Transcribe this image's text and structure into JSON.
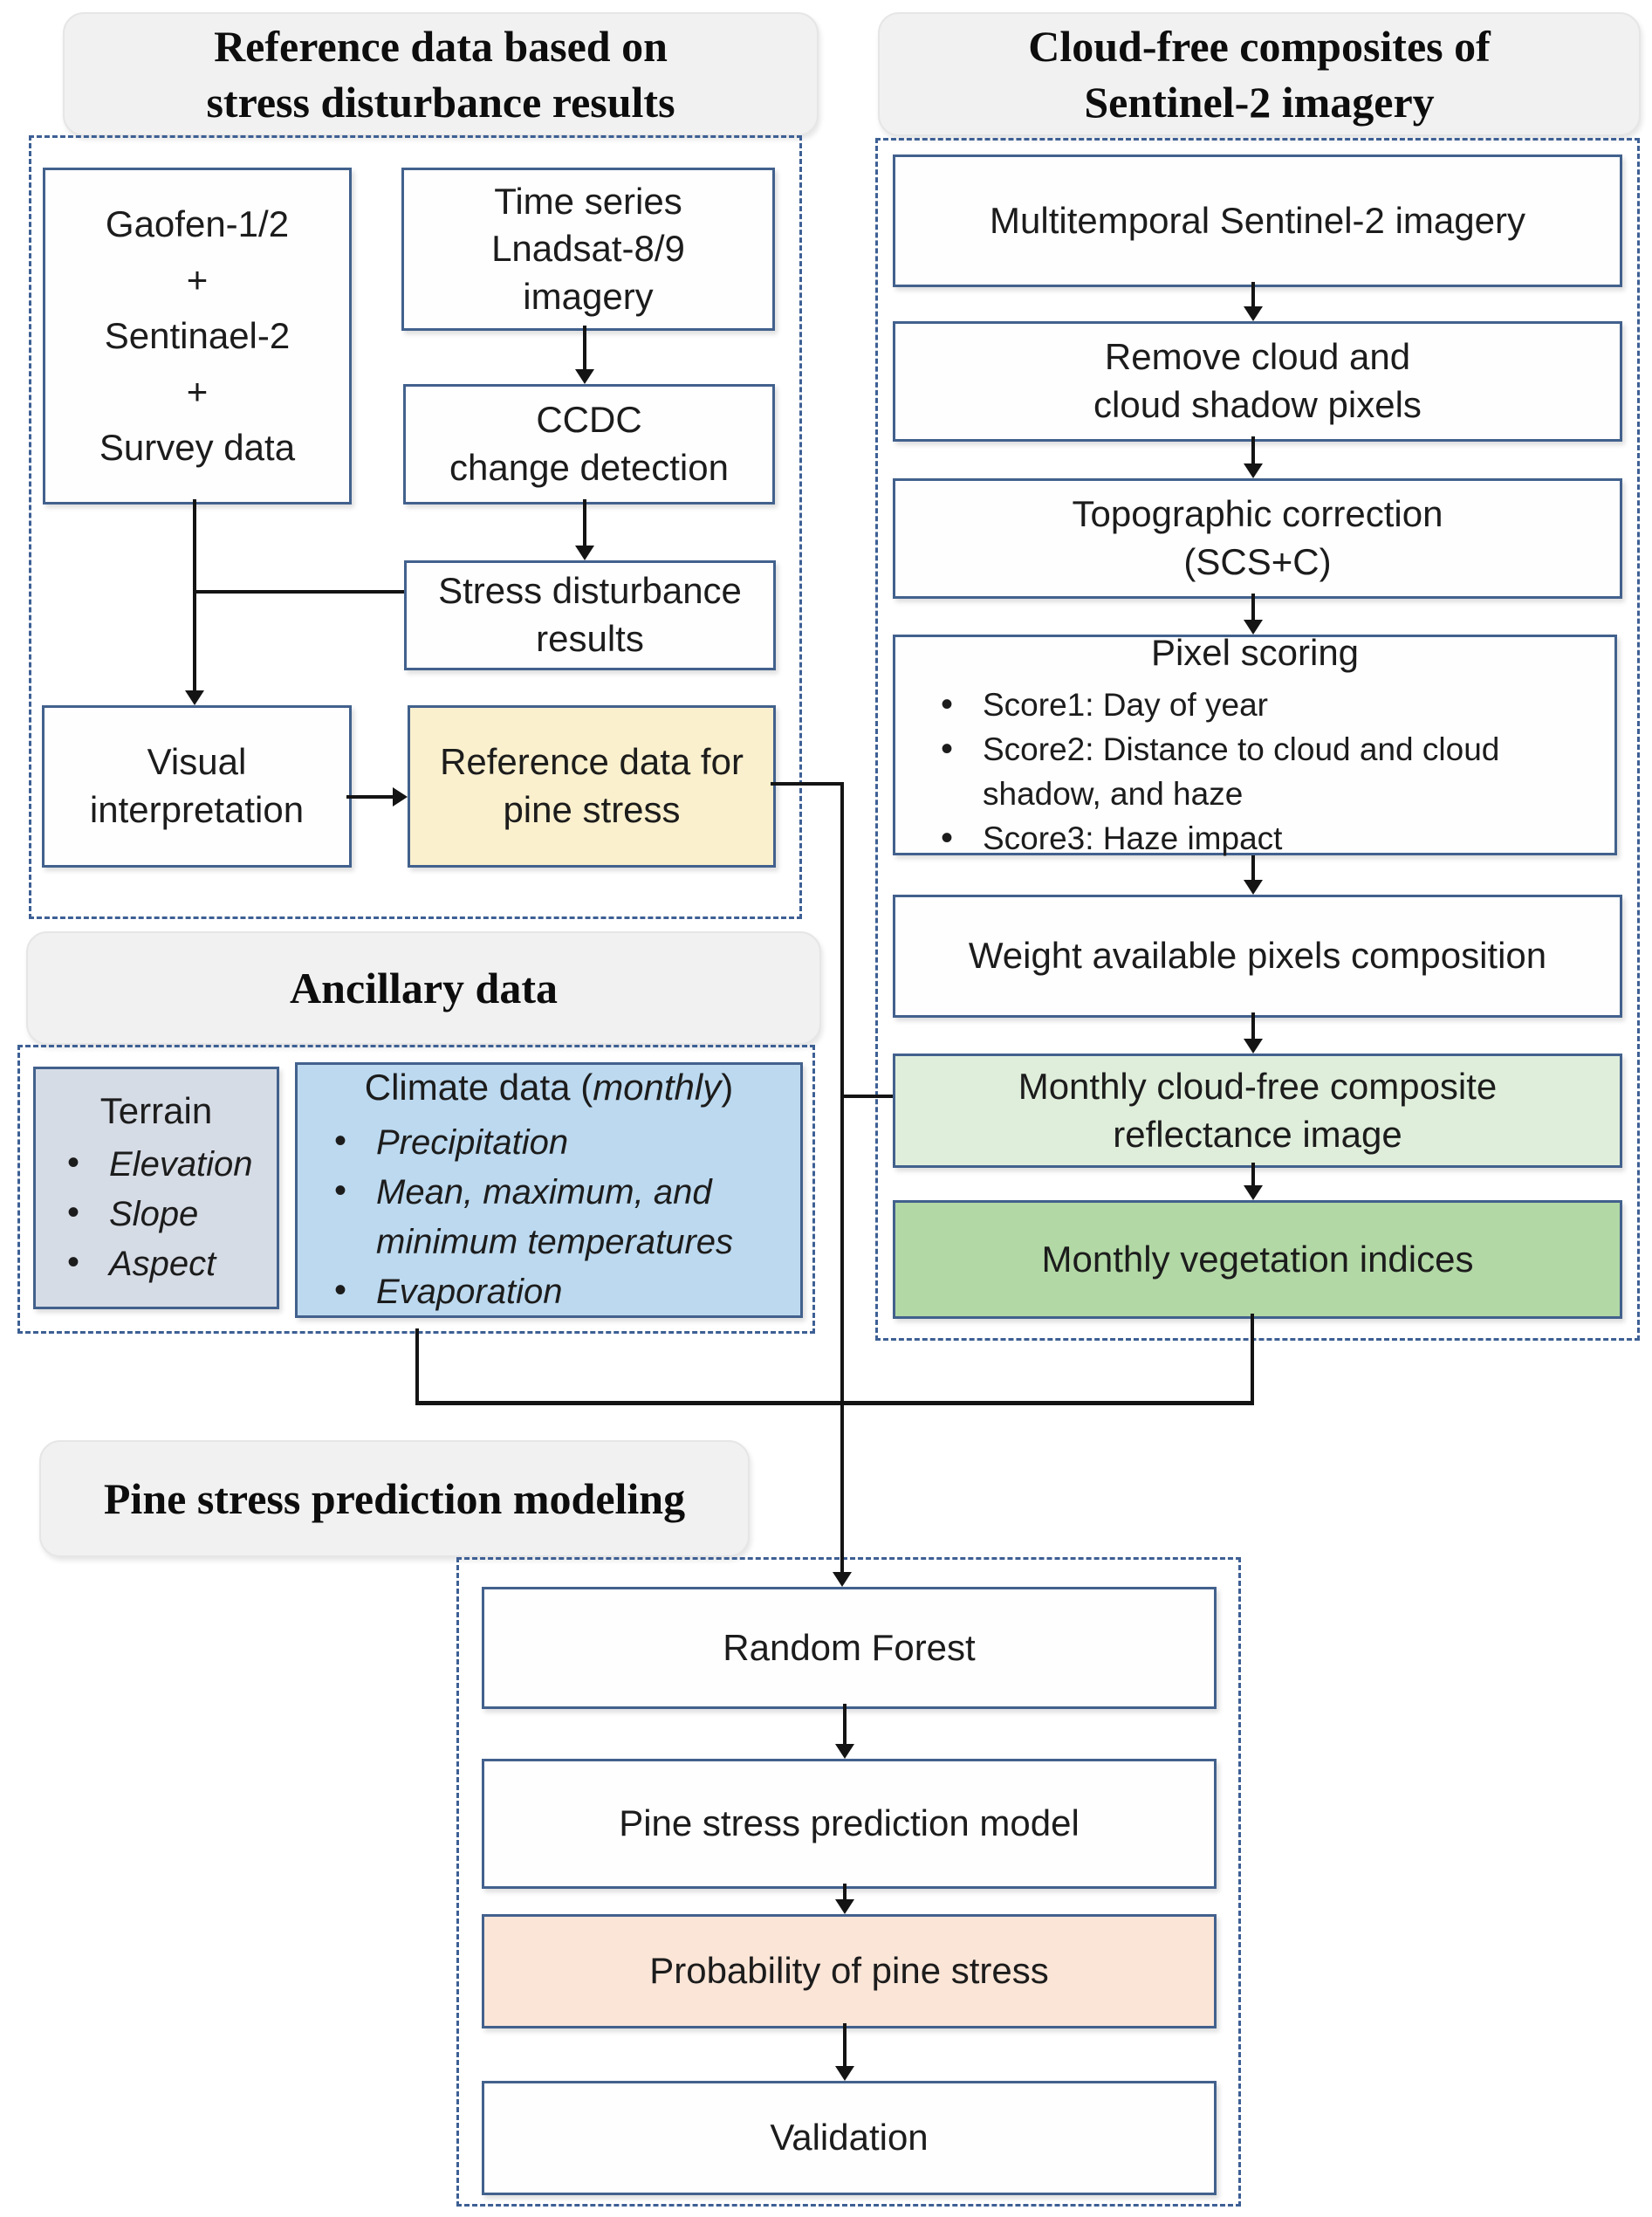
{
  "diagram": {
    "reference": {
      "title": "Reference data based on\nstress disturbance results",
      "sources": "Gaofen-1/2\n+\nSentinael-2\n+\nSurvey data",
      "time_series": "Time series\nLnadsat-8/9\nimagery",
      "ccdc": "CCDC\nchange detection",
      "stress_results": "Stress disturbance\nresults",
      "visual": "Visual\ninterpretation",
      "reference_data": "Reference data for\npine stress"
    },
    "cloudfree": {
      "title": "Cloud-free composites of\nSentinel-2 imagery",
      "multitemporal": "Multitemporal Sentinel-2 imagery",
      "remove_cloud": "Remove cloud and\ncloud shadow pixels",
      "topographic": "Topographic correction\n(SCS+C)",
      "pixel_scoring": {
        "title": "Pixel scoring",
        "items": [
          "Score1: Day of year",
          "Score2: Distance to cloud and cloud shadow, and haze",
          "Score3: Haze impact"
        ]
      },
      "weight": "Weight available pixels composition",
      "monthly_composite": "Monthly cloud-free composite\nreflectance image",
      "monthly_vi": "Monthly vegetation indices"
    },
    "ancillary": {
      "title": "Ancillary data",
      "terrain": {
        "title": "Terrain",
        "items": [
          "Elevation",
          "Slope",
          "Aspect"
        ]
      },
      "climate": {
        "title_pre": "Climate data (",
        "title_italic": "monthly",
        "title_post": ")",
        "items": [
          "Precipitation",
          "Mean, maximum, and minimum temperatures",
          "Evaporation"
        ]
      }
    },
    "modeling": {
      "title": "Pine stress prediction modeling",
      "random_forest": "Random Forest",
      "prediction_model": "Pine stress prediction model",
      "probability": "Probability of pine stress",
      "validation": "Validation"
    }
  },
  "colors": {
    "panel_dash": "#3d5f94",
    "box_border": "#42618d",
    "reference_data_fill": "#faf0cd",
    "monthly_composite_fill": "#dfeedb",
    "monthly_vi_fill": "#b2d8a5",
    "terrain_fill": "#d6dce6",
    "climate_fill": "#bcd9ef",
    "probability_fill": "#fbe5d7",
    "section_title_fill": "#f1f1f1",
    "connector": "#141414"
  }
}
